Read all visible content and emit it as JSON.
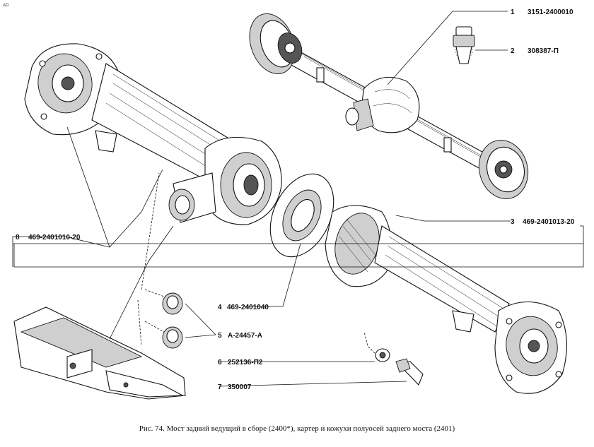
{
  "corner_mark": "AD",
  "callouts": [
    {
      "num": "1",
      "code": "3151-2400010"
    },
    {
      "num": "2",
      "code": "308387-П"
    },
    {
      "num": "3",
      "code": "469-2401013-20"
    },
    {
      "num": "4",
      "code": "469-2401040"
    },
    {
      "num": "5",
      "code": "А-24457-А"
    },
    {
      "num": "6",
      "code": "252136-П2"
    },
    {
      "num": "7",
      "code": "350007"
    },
    {
      "num": "8",
      "code": "469-2401010-20"
    }
  ],
  "caption": "Рис. 74. Мост задний ведущий в сборе (2400*), картер и кожухи полуосей заднего моста (2401)"
}
